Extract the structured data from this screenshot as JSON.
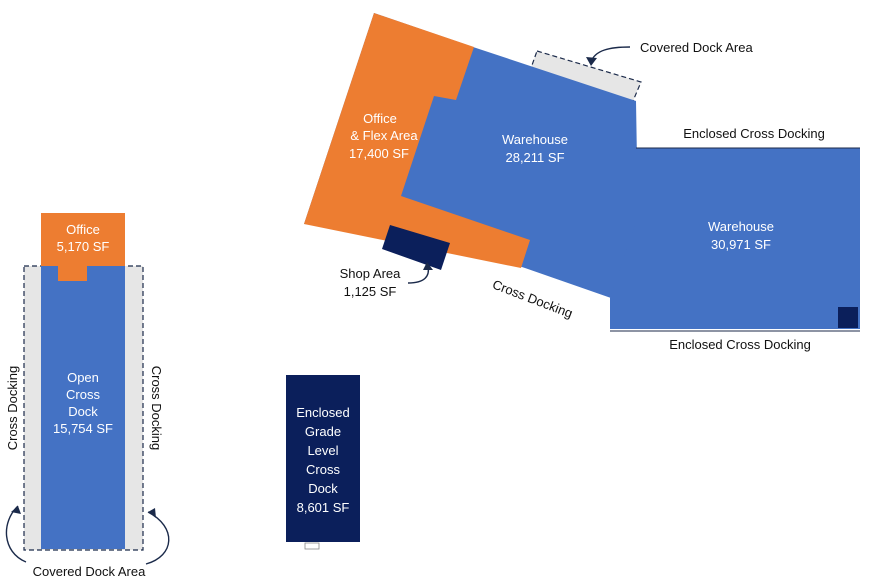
{
  "left_building": {
    "office_name": "Office",
    "office_area": "5,170 SF",
    "open_dock_lines": [
      "Open",
      "Cross",
      "Dock",
      "15,754 SF"
    ],
    "cross_docking_left": "Cross Docking",
    "cross_docking_right": "Cross Docking",
    "covered_dock": "Covered Dock Area"
  },
  "middle_building": {
    "lines": [
      "Enclosed",
      "Grade",
      "Level",
      "Cross",
      "Dock",
      "8,601 SF"
    ]
  },
  "main_building": {
    "office_lines": [
      "Office",
      "& Flex Area",
      "17,400 SF"
    ],
    "warehouse1_name": "Warehouse",
    "warehouse1_area": "28,211 SF",
    "covered_dock": "Covered Dock Area",
    "shop_name": "Shop Area",
    "shop_area": "1,125 SF",
    "cross_docking": "Cross Docking"
  },
  "right_building": {
    "enclosed_top": "Enclosed Cross Docking",
    "warehouse2_name": "Warehouse",
    "warehouse2_area": "30,971 SF",
    "enclosed_bottom": "Enclosed Cross Docking"
  },
  "colors": {
    "warehouse_blue": "#4472c4",
    "office_orange": "#ed7d31",
    "dock_navy": "#0b1f5b",
    "dock_gray": "#e6e6e6"
  }
}
